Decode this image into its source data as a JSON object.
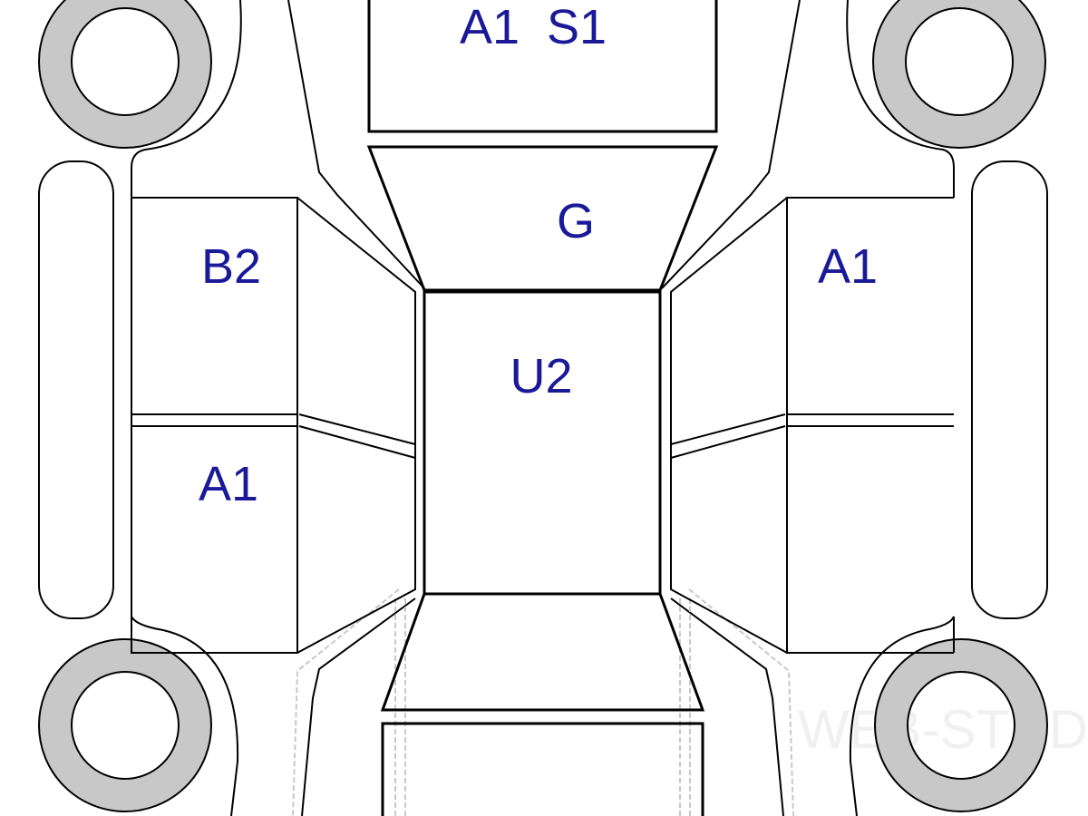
{
  "diagram": {
    "type": "vehicle-damage-map",
    "label_color": "#1a1a99",
    "tire_color": "#c8c8c8",
    "zones": {
      "hood": "A1  S1",
      "windshield": "G",
      "left_front_door": "B2",
      "right_front_door": "A1",
      "roof": "U2",
      "left_rear_door": "A1"
    },
    "watermark": "WEB-STUDIO.PRO"
  }
}
